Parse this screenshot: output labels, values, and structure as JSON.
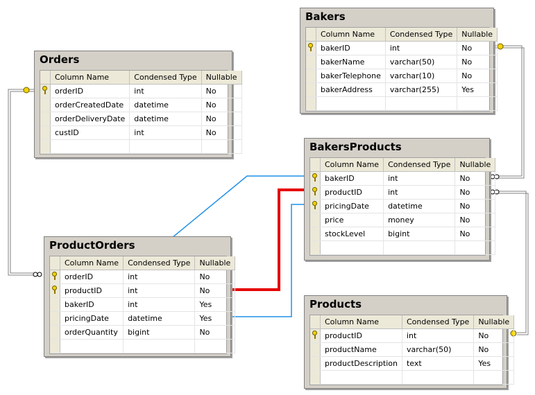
{
  "headers": {
    "col_name": "Column Name",
    "col_type": "Condensed Type",
    "col_null": "Nullable"
  },
  "tables": {
    "bakers": {
      "title": "Bakers",
      "rows": [
        {
          "name": "bakerID",
          "type": "int",
          "nullable": "No",
          "key": true
        },
        {
          "name": "bakerName",
          "type": "varchar(50)",
          "nullable": "No",
          "key": false
        },
        {
          "name": "bakerTelephone",
          "type": "varchar(10)",
          "nullable": "No",
          "key": false
        },
        {
          "name": "bakerAddress",
          "type": "varchar(255)",
          "nullable": "Yes",
          "key": false
        }
      ]
    },
    "orders": {
      "title": "Orders",
      "rows": [
        {
          "name": "orderID",
          "type": "int",
          "nullable": "No",
          "key": true
        },
        {
          "name": "orderCreatedDate",
          "type": "datetime",
          "nullable": "No",
          "key": false
        },
        {
          "name": "orderDeliveryDate",
          "type": "datetime",
          "nullable": "No",
          "key": false
        },
        {
          "name": "custID",
          "type": "int",
          "nullable": "No",
          "key": false
        }
      ]
    },
    "bakersproducts": {
      "title": "BakersProducts",
      "rows": [
        {
          "name": "bakerID",
          "type": "int",
          "nullable": "No",
          "key": true
        },
        {
          "name": "productID",
          "type": "int",
          "nullable": "No",
          "key": true
        },
        {
          "name": "pricingDate",
          "type": "datetime",
          "nullable": "No",
          "key": true
        },
        {
          "name": "price",
          "type": "money",
          "nullable": "No",
          "key": false
        },
        {
          "name": "stockLevel",
          "type": "bigint",
          "nullable": "No",
          "key": false
        }
      ]
    },
    "productorders": {
      "title": "ProductOrders",
      "rows": [
        {
          "name": "orderID",
          "type": "int",
          "nullable": "No",
          "key": true
        },
        {
          "name": "productID",
          "type": "int",
          "nullable": "No",
          "key": true
        },
        {
          "name": "bakerID",
          "type": "int",
          "nullable": "Yes",
          "key": false
        },
        {
          "name": "pricingDate",
          "type": "datetime",
          "nullable": "Yes",
          "key": false
        },
        {
          "name": "orderQuantity",
          "type": "bigint",
          "nullable": "No",
          "key": false
        }
      ]
    },
    "products": {
      "title": "Products",
      "rows": [
        {
          "name": "productID",
          "type": "int",
          "nullable": "No",
          "key": true
        },
        {
          "name": "productName",
          "type": "varchar(50)",
          "nullable": "No",
          "key": false
        },
        {
          "name": "productDescription",
          "type": "text",
          "nullable": "Yes",
          "key": false
        }
      ]
    }
  },
  "colors": {
    "relationship": "#808080",
    "blue_annotation": "#1e90e6",
    "red_annotation": "#e60000",
    "key_fill": "#f3d300"
  }
}
